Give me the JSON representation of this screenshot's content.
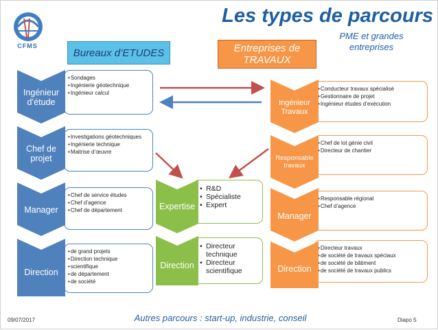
{
  "slide": {
    "title": "Les types de parcours",
    "subtitle": "PME et grandes entreprises",
    "logo_text": "CFMS",
    "date": "09/07/2017",
    "slide_number": "Diapo 5",
    "other_paths": "Autres parcours : start-up, industrie, conseil"
  },
  "bureaux": {
    "header": "Bureaux d’ETUDES",
    "levels": [
      {
        "label": "Ingénieur d’étude",
        "items": [
          "Sondages",
          "Ingénierie géotechnique",
          "Ingénieur calcul"
        ]
      },
      {
        "label": "Chef de projet",
        "items": [
          "Investigations géotechniques",
          "Ingénierie technique",
          "Maitrise d’œuvre"
        ]
      },
      {
        "label": "Manager",
        "items": [
          "Chef de service études",
          "Chef d’agence",
          "Chef de département"
        ]
      },
      {
        "label": "Direction",
        "items": [
          "de grand projets",
          "Direction technique",
          "scientifique",
          "de département",
          "de société"
        ]
      }
    ]
  },
  "expertise": {
    "levels": [
      {
        "label": "Expertise",
        "items": [
          "R&D",
          "Spécialiste",
          "Expert"
        ]
      },
      {
        "label": "Direction",
        "items": [
          "Directeur technique",
          "Directeur scientifique"
        ]
      }
    ]
  },
  "travaux": {
    "header": "Entreprises de TRAVAUX",
    "levels": [
      {
        "label": "Ingénieur Travaux",
        "items": [
          "Conducteur travaux spécialisé",
          "Gestionnaire de projet",
          "Ingénieur études d’exécution"
        ]
      },
      {
        "label": "Responsable travaux",
        "items": [
          "Chef de lot génie civil",
          "Directeur de chantier"
        ]
      },
      {
        "label": "Manager",
        "items": [
          "Responsable régional",
          "Chef d’agence"
        ]
      },
      {
        "label": "Direction",
        "items": [
          "Directeur travaux",
          "de société de travaux spéciaux",
          "de société de bâtiment",
          "de société de travaux publics"
        ]
      }
    ]
  },
  "colors": {
    "blue": "#4f81bd",
    "orange": "#f79646",
    "green": "#8cbf4a",
    "title": "#1f5f9f",
    "arrow_red": "#c0504d",
    "arrow_blue": "#4f81bd"
  }
}
